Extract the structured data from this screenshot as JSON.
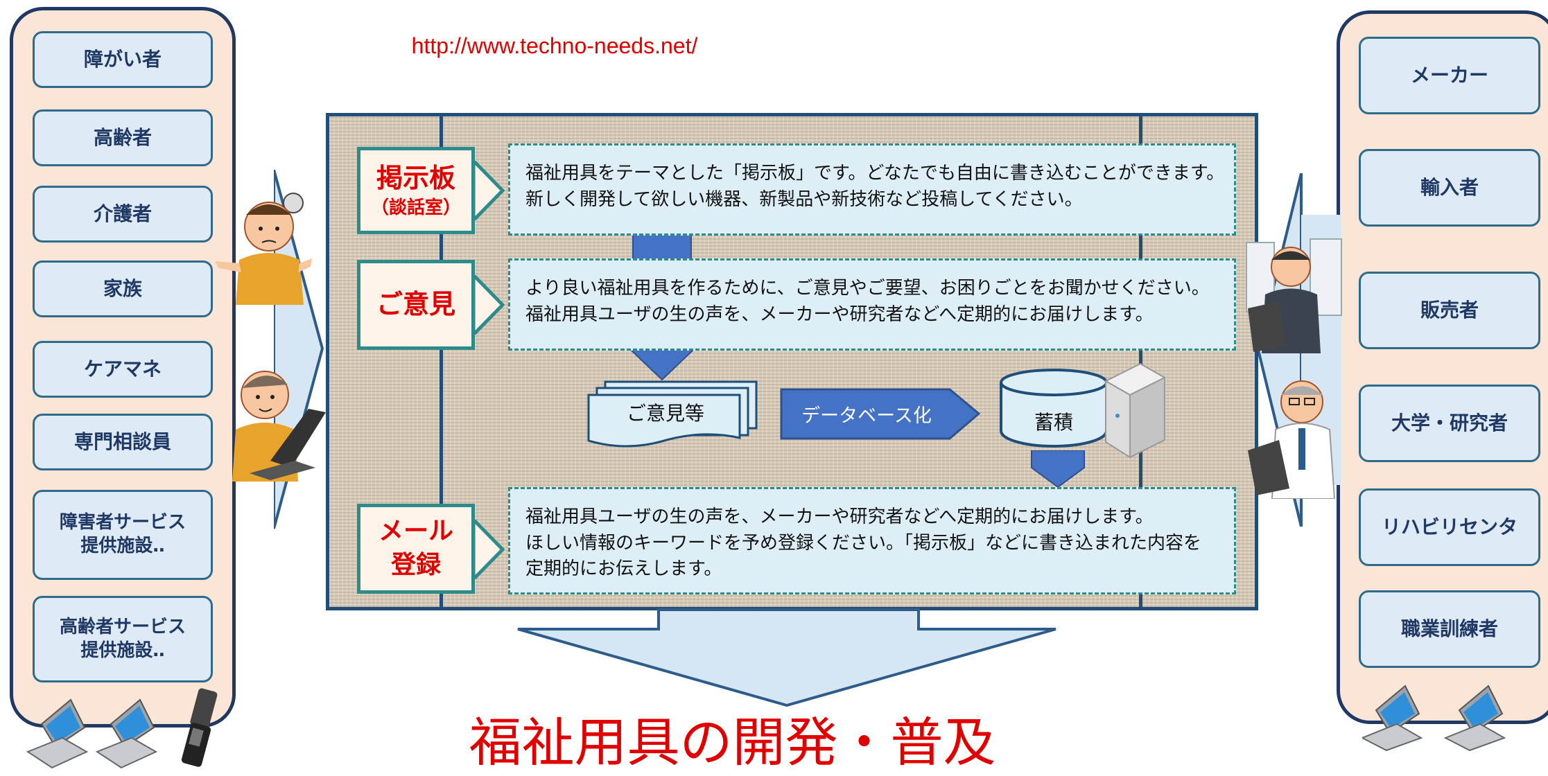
{
  "url": "http://www.techno-needs.net/",
  "left_panel": {
    "items": [
      {
        "label": "障がい者"
      },
      {
        "label": "高齢者"
      },
      {
        "label": "介護者"
      },
      {
        "label": "家族"
      },
      {
        "label": "ケアマネ"
      },
      {
        "label": "専門相談員"
      },
      {
        "label": "障害者サービス\n提供施設‥"
      },
      {
        "label": "高齢者サービス\n提供施設‥"
      }
    ]
  },
  "right_panel": {
    "items": [
      {
        "label": "メーカー"
      },
      {
        "label": "輸入者"
      },
      {
        "label": "販売者"
      },
      {
        "label": "大学・研究者"
      },
      {
        "label": "リハビリセンタ"
      },
      {
        "label": "職業訓練者"
      }
    ]
  },
  "sections": {
    "bbs": {
      "label_main": "掲示板",
      "label_sub": "（談話室）",
      "lines": [
        "福祉用具をテーマとした「掲示板」です。どなたでも自由に書き込むことができます。",
        "新しく開発して欲しい機器、新製品や新技術など投稿してください。"
      ]
    },
    "opinion": {
      "label": "ご意見",
      "lines": [
        "より良い福祉用具を作るために、ご意見やご要望、お困りごとをお聞かせください。",
        "福祉用具ユーザの生の声を、メーカーや研究者などへ定期的にお届けします。"
      ]
    },
    "mail": {
      "label_line1": "メール",
      "label_line2": "登録",
      "lines": [
        "福祉用具ユーザの生の声を、メーカーや研究者などへ定期的にお届けします。",
        "ほしい情報のキーワードを予め登録ください。「掲示板」などに書き込まれた内容を",
        "定期的にお伝えします。"
      ]
    }
  },
  "flow": {
    "documents": "ご意見等",
    "database_arrow": "データベース化",
    "storage": "蓄積"
  },
  "bottom_title": "福祉用具の開発・普及",
  "colors": {
    "panel_fill": "#fbe5d6",
    "panel_border": "#1f3864",
    "button_fill": "#deebf7",
    "accent_red": "#e00000",
    "teal": "#2e8b8b",
    "arrow_blue": "#4472c4",
    "board_border": "#1f4e79"
  }
}
